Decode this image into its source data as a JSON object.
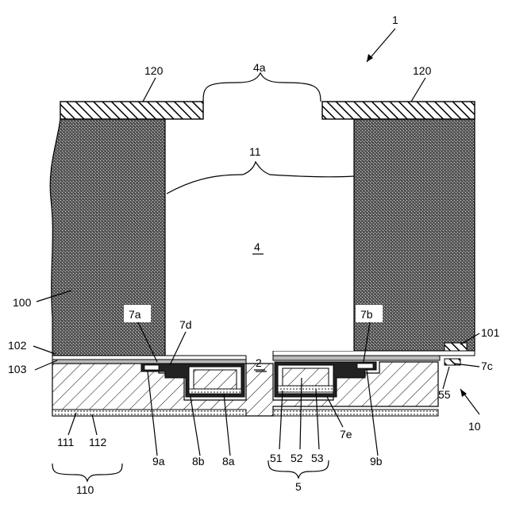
{
  "figure": {
    "ref_device": "1",
    "ref_window_top": "4a",
    "ref_cover_left": "120",
    "ref_cover_right": "120",
    "ref_cavity_walls": "11",
    "ref_cavity": "4",
    "ref_body": "100",
    "ref_layer_102": "102",
    "ref_layer_103": "103",
    "ref_layer_101": "101",
    "ref_7a": "7a",
    "ref_7b": "7b",
    "ref_7c": "7c",
    "ref_7d": "7d",
    "ref_7e": "7e",
    "ref_gap": "2",
    "ref_55": "55",
    "ref_10": "10",
    "ref_9a": "9a",
    "ref_9b": "9b",
    "ref_8a": "8a",
    "ref_8b": "8b",
    "ref_51": "51",
    "ref_52": "52",
    "ref_53": "53",
    "ref_5": "5",
    "ref_111": "111",
    "ref_112": "112",
    "ref_110": "110"
  }
}
